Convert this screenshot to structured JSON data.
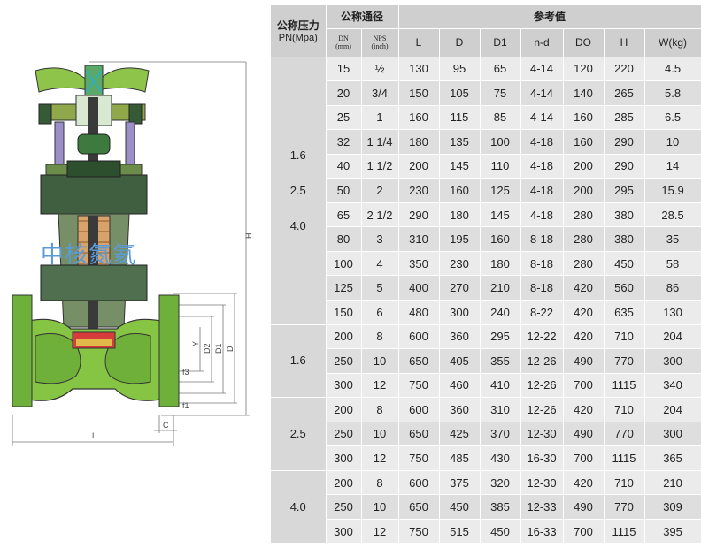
{
  "header": {
    "pressure_label": "公称压力",
    "pressure_unit": "PN(Mpa)",
    "nominal_label": "公称通径",
    "ref_label": "参考值",
    "dn_label": "DN",
    "dn_unit": "(mm)",
    "nps_label": "NPS",
    "nps_unit": "(inch)",
    "cols": [
      "L",
      "D",
      "D1",
      "n-d",
      "DO",
      "H",
      "W(kg)"
    ]
  },
  "groups": [
    {
      "pressure": [
        "1.6",
        "2.5",
        "4.0"
      ],
      "rows": [
        [
          "15",
          "½",
          "130",
          "95",
          "65",
          "4-14",
          "120",
          "220",
          "4.5"
        ],
        [
          "20",
          "3/4",
          "150",
          "105",
          "75",
          "4-14",
          "140",
          "265",
          "5.8"
        ],
        [
          "25",
          "1",
          "160",
          "115",
          "85",
          "4-14",
          "160",
          "285",
          "6.5"
        ],
        [
          "32",
          "1  1/4",
          "180",
          "135",
          "100",
          "4-18",
          "160",
          "290",
          "10"
        ],
        [
          "40",
          "1  1/2",
          "200",
          "145",
          "110",
          "4-18",
          "200",
          "290",
          "14"
        ],
        [
          "50",
          "2",
          "230",
          "160",
          "125",
          "4-18",
          "200",
          "295",
          "15.9"
        ],
        [
          "65",
          "2  1/2",
          "290",
          "180",
          "145",
          "4-18",
          "280",
          "380",
          "28.5"
        ],
        [
          "80",
          "3",
          "310",
          "195",
          "160",
          "8-18",
          "280",
          "380",
          "35"
        ],
        [
          "100",
          "4",
          "350",
          "230",
          "180",
          "8-18",
          "280",
          "450",
          "58"
        ],
        [
          "125",
          "5",
          "400",
          "270",
          "210",
          "8-18",
          "420",
          "560",
          "86"
        ],
        [
          "150",
          "6",
          "480",
          "300",
          "240",
          "8-22",
          "420",
          "635",
          "130"
        ]
      ]
    },
    {
      "pressure": [
        "1.6"
      ],
      "rows": [
        [
          "200",
          "8",
          "600",
          "360",
          "295",
          "12-22",
          "420",
          "710",
          "204"
        ],
        [
          "250",
          "10",
          "650",
          "405",
          "355",
          "12-26",
          "490",
          "770",
          "300"
        ],
        [
          "300",
          "12",
          "750",
          "460",
          "410",
          "12-26",
          "700",
          "1115",
          "340"
        ]
      ]
    },
    {
      "pressure": [
        "2.5"
      ],
      "rows": [
        [
          "200",
          "8",
          "600",
          "360",
          "310",
          "12-26",
          "420",
          "710",
          "204"
        ],
        [
          "250",
          "10",
          "650",
          "425",
          "370",
          "12-30",
          "490",
          "770",
          "300"
        ],
        [
          "300",
          "12",
          "750",
          "485",
          "430",
          "16-30",
          "700",
          "1115",
          "365"
        ]
      ]
    },
    {
      "pressure": [
        "4.0"
      ],
      "rows": [
        [
          "200",
          "8",
          "600",
          "375",
          "320",
          "12-30",
          "420",
          "710",
          "210"
        ],
        [
          "250",
          "10",
          "650",
          "450",
          "385",
          "12-33",
          "490",
          "770",
          "309"
        ],
        [
          "300",
          "12",
          "750",
          "515",
          "450",
          "16-33",
          "700",
          "1115",
          "395"
        ]
      ]
    }
  ],
  "drawing": {
    "watermark": "中核氮氦",
    "dims": [
      "H",
      "L",
      "Y",
      "D2",
      "D1",
      "D",
      "f3",
      "f1",
      "C"
    ]
  }
}
